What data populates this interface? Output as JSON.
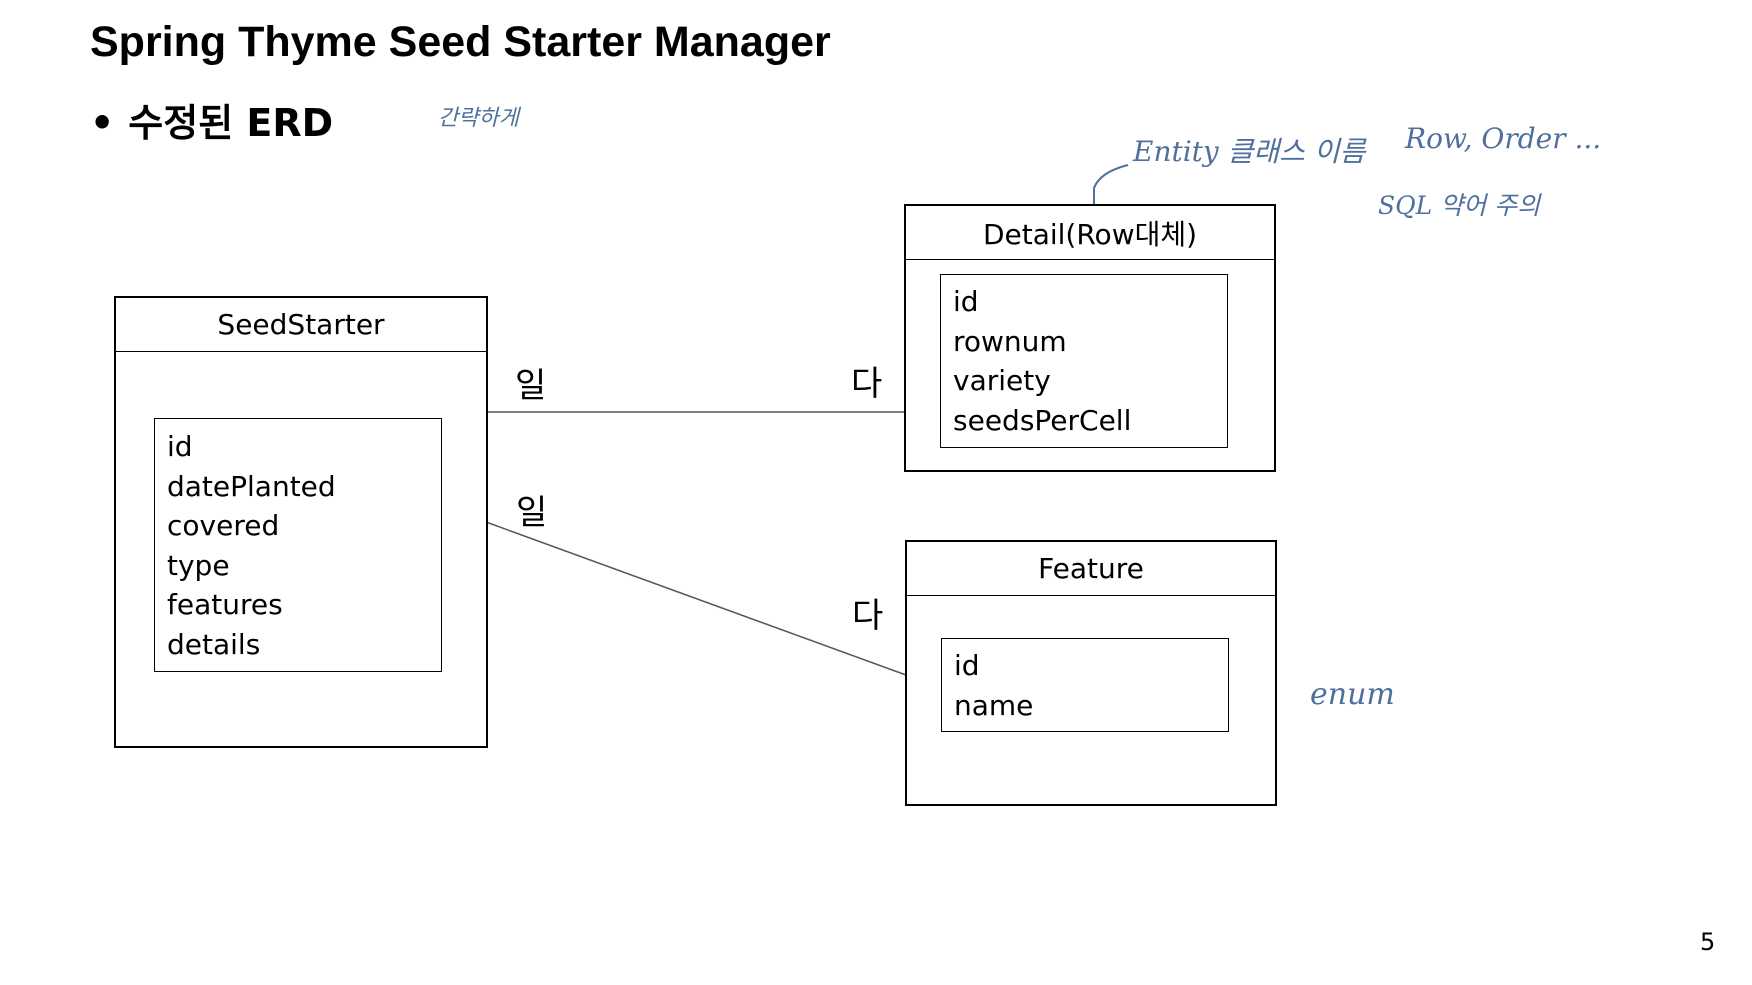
{
  "title": "Spring Thyme Seed Starter Manager",
  "bullet": "수정된 ERD",
  "annotations": {
    "simply": "간략하게",
    "entity_class_name": "Entity 클래스 이름",
    "row_order": "Row, Order ...",
    "sql_reserved": "SQL 약어 주의",
    "enum": "enum"
  },
  "entities": {
    "seedstarter": {
      "name": "SeedStarter",
      "attributes": [
        "id",
        "datePlanted",
        "covered",
        "type",
        "features",
        "details"
      ]
    },
    "detail": {
      "name": "Detail(Row대체)",
      "attributes": [
        "id",
        "rownum",
        "variety",
        "seedsPerCell"
      ]
    },
    "feature": {
      "name": "Feature",
      "attributes": [
        "id",
        "name"
      ]
    }
  },
  "relations": {
    "detail": {
      "one": "일",
      "many": "다"
    },
    "feature": {
      "one": "일",
      "many": "다"
    }
  },
  "page_number": "5",
  "colors": {
    "handwriting": "#4f6f9c",
    "line": "#555555"
  }
}
